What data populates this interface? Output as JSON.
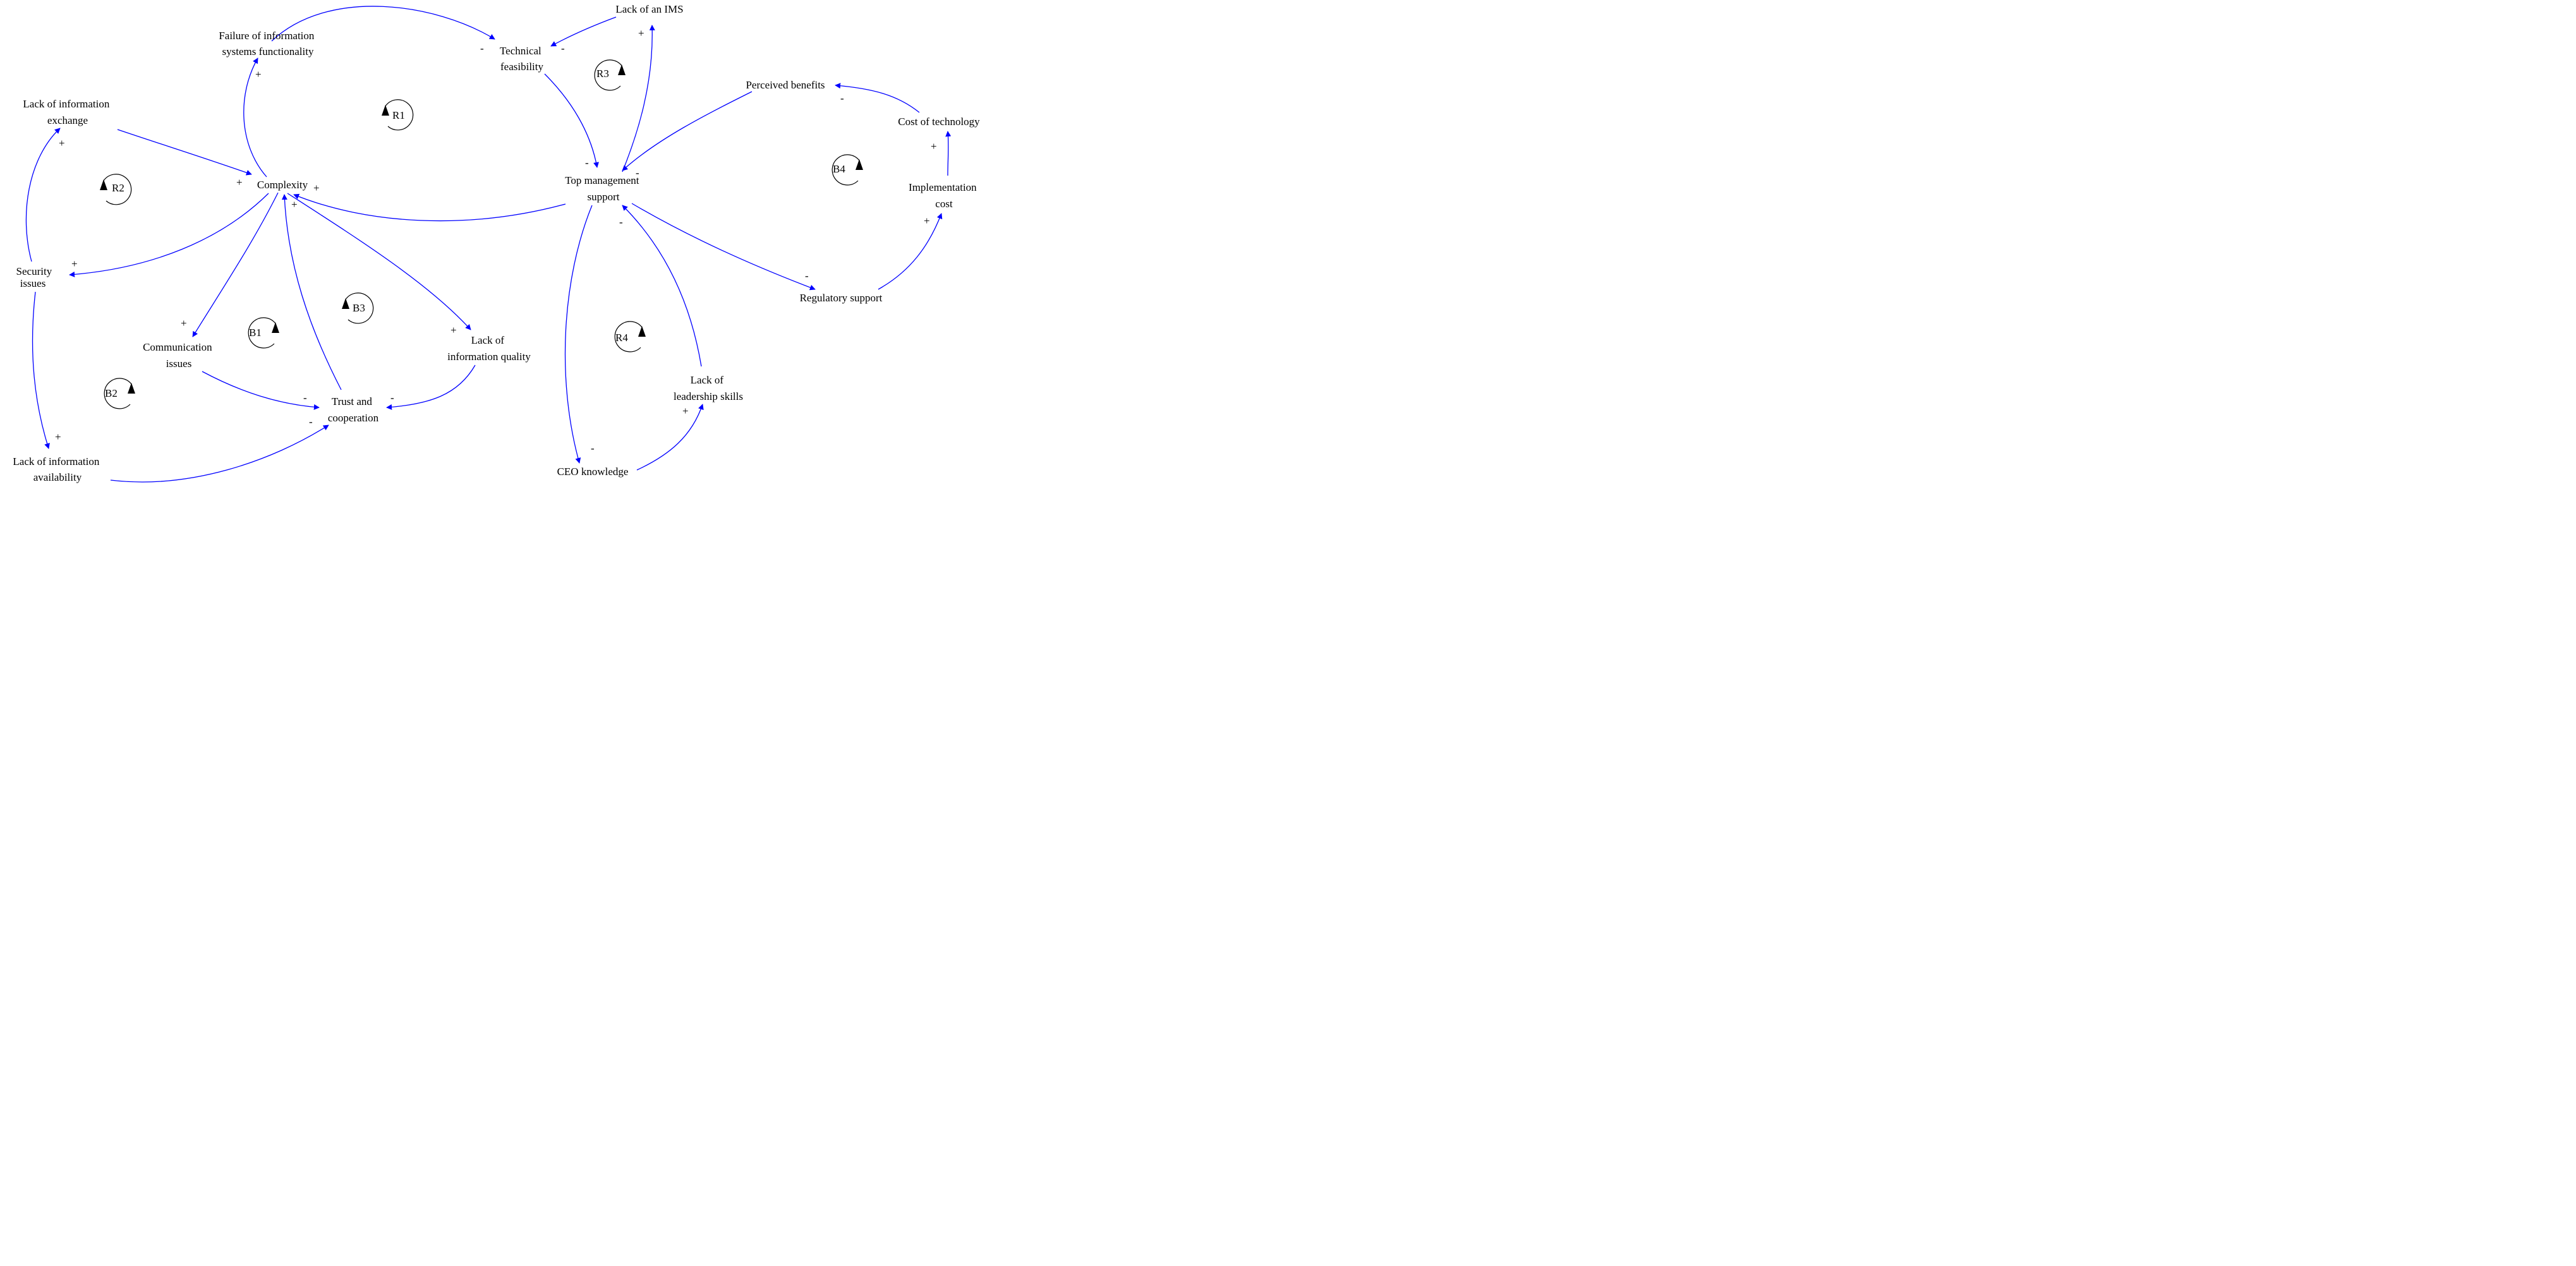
{
  "colors": {
    "link": "#0000ff",
    "text": "#000000",
    "background": "#ffffff"
  },
  "variables": {
    "failure_is": [
      "Failure of information",
      "systems functionality"
    ],
    "technical_feasibility": [
      "Technical",
      "feasibility"
    ],
    "lack_ims": [
      "Lack of an IMS"
    ],
    "perceived_benefits": [
      "Perceived benefits"
    ],
    "cost_technology": [
      "Cost of technology"
    ],
    "lack_info_exchange": [
      "Lack of information",
      "exchange"
    ],
    "complexity": [
      "Complexity"
    ],
    "top_mgmt": [
      "Top management",
      "support"
    ],
    "implementation_cost": [
      "Implementation",
      "cost"
    ],
    "security_issues": [
      "Security",
      "issues"
    ],
    "regulatory_support": [
      "Regulatory support"
    ],
    "communication_issues": [
      "Communication",
      "issues"
    ],
    "lack_info_quality": [
      "Lack of",
      "information quality"
    ],
    "trust_cooperation": [
      "Trust and",
      "cooperation"
    ],
    "lack_leadership": [
      "Lack of",
      "leadership skills"
    ],
    "lack_info_availability": [
      "Lack of information",
      "availability"
    ],
    "ceo_knowledge": [
      "CEO knowledge"
    ]
  },
  "loops": {
    "r1": "R1",
    "r2": "R2",
    "r3": "R3",
    "r4": "R4",
    "b1": "B1",
    "b2": "B2",
    "b3": "B3",
    "b4": "B4"
  },
  "links": [
    {
      "id": "failure-to-technical",
      "polarity": "-"
    },
    {
      "id": "lims-to-technical",
      "polarity": "-"
    },
    {
      "id": "complexity-to-failure",
      "polarity": "+"
    },
    {
      "id": "tms-to-lims",
      "polarity": "+"
    },
    {
      "id": "technical-to-tms",
      "polarity": "-"
    },
    {
      "id": "perceived-to-tms",
      "polarity": "-"
    },
    {
      "id": "costtech-to-perceived",
      "polarity": "-"
    },
    {
      "id": "implcost-to-costtech",
      "polarity": "+"
    },
    {
      "id": "regulatory-to-implcost",
      "polarity": "+"
    },
    {
      "id": "tms-to-regulatory",
      "polarity": "-"
    },
    {
      "id": "tms-to-complexity",
      "polarity": "+"
    },
    {
      "id": "exchange-to-complexity",
      "polarity": "+"
    },
    {
      "id": "security-to-exchange",
      "polarity": "+"
    },
    {
      "id": "complexity-to-security",
      "polarity": "+"
    },
    {
      "id": "security-to-availability",
      "polarity": "+"
    },
    {
      "id": "availability-to-trust",
      "polarity": "-"
    },
    {
      "id": "complexity-to-communication",
      "polarity": "+"
    },
    {
      "id": "communication-to-trust",
      "polarity": "-"
    },
    {
      "id": "trust-to-complexity",
      "polarity": "+"
    },
    {
      "id": "complexity-to-quality",
      "polarity": "+"
    },
    {
      "id": "quality-to-trust",
      "polarity": "-"
    },
    {
      "id": "tms-to-ceo",
      "polarity": "-"
    },
    {
      "id": "ceo-to-leadership",
      "polarity": "+"
    },
    {
      "id": "leadership-to-tms",
      "polarity": "-"
    }
  ]
}
